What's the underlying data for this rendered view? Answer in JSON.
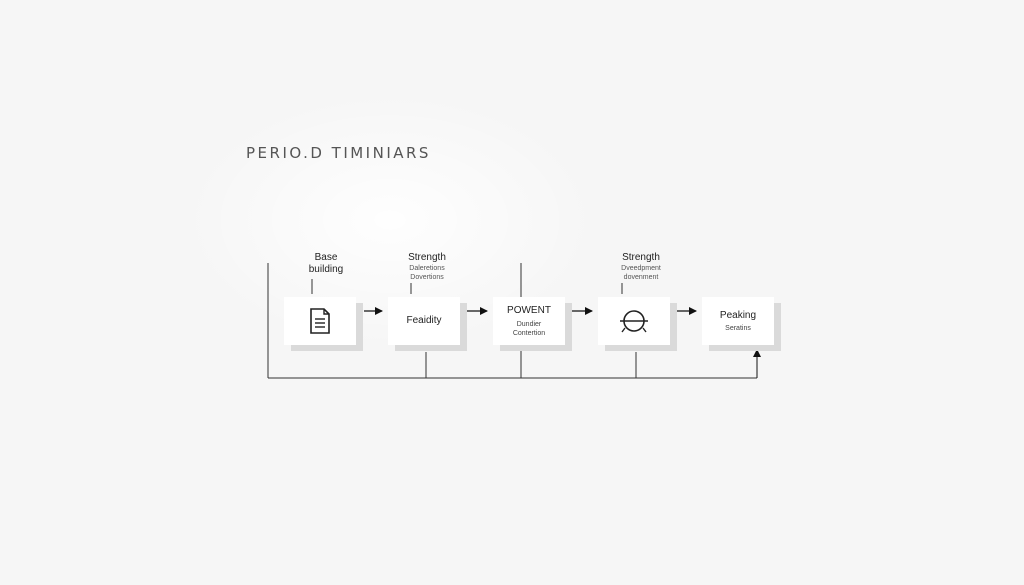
{
  "title": "PERIO.D TIMINIARS",
  "stages": [
    {
      "top_label": [
        "Base",
        "building"
      ],
      "icon": "document-icon",
      "text": []
    },
    {
      "top_label": [
        "Strength",
        "Daleretions",
        "Dovertions"
      ],
      "icon": null,
      "text": [
        "Feaidity"
      ]
    },
    {
      "top_label": [],
      "icon": null,
      "text": [
        "POWENT",
        "Dundier",
        "Contertion"
      ]
    },
    {
      "top_label": [
        "Strength",
        "Dveedpment",
        "dovenment"
      ],
      "icon": "circle-bar-icon",
      "text": []
    },
    {
      "top_label": [],
      "icon": null,
      "text": [
        "Peaking",
        "Seratins"
      ]
    }
  ]
}
